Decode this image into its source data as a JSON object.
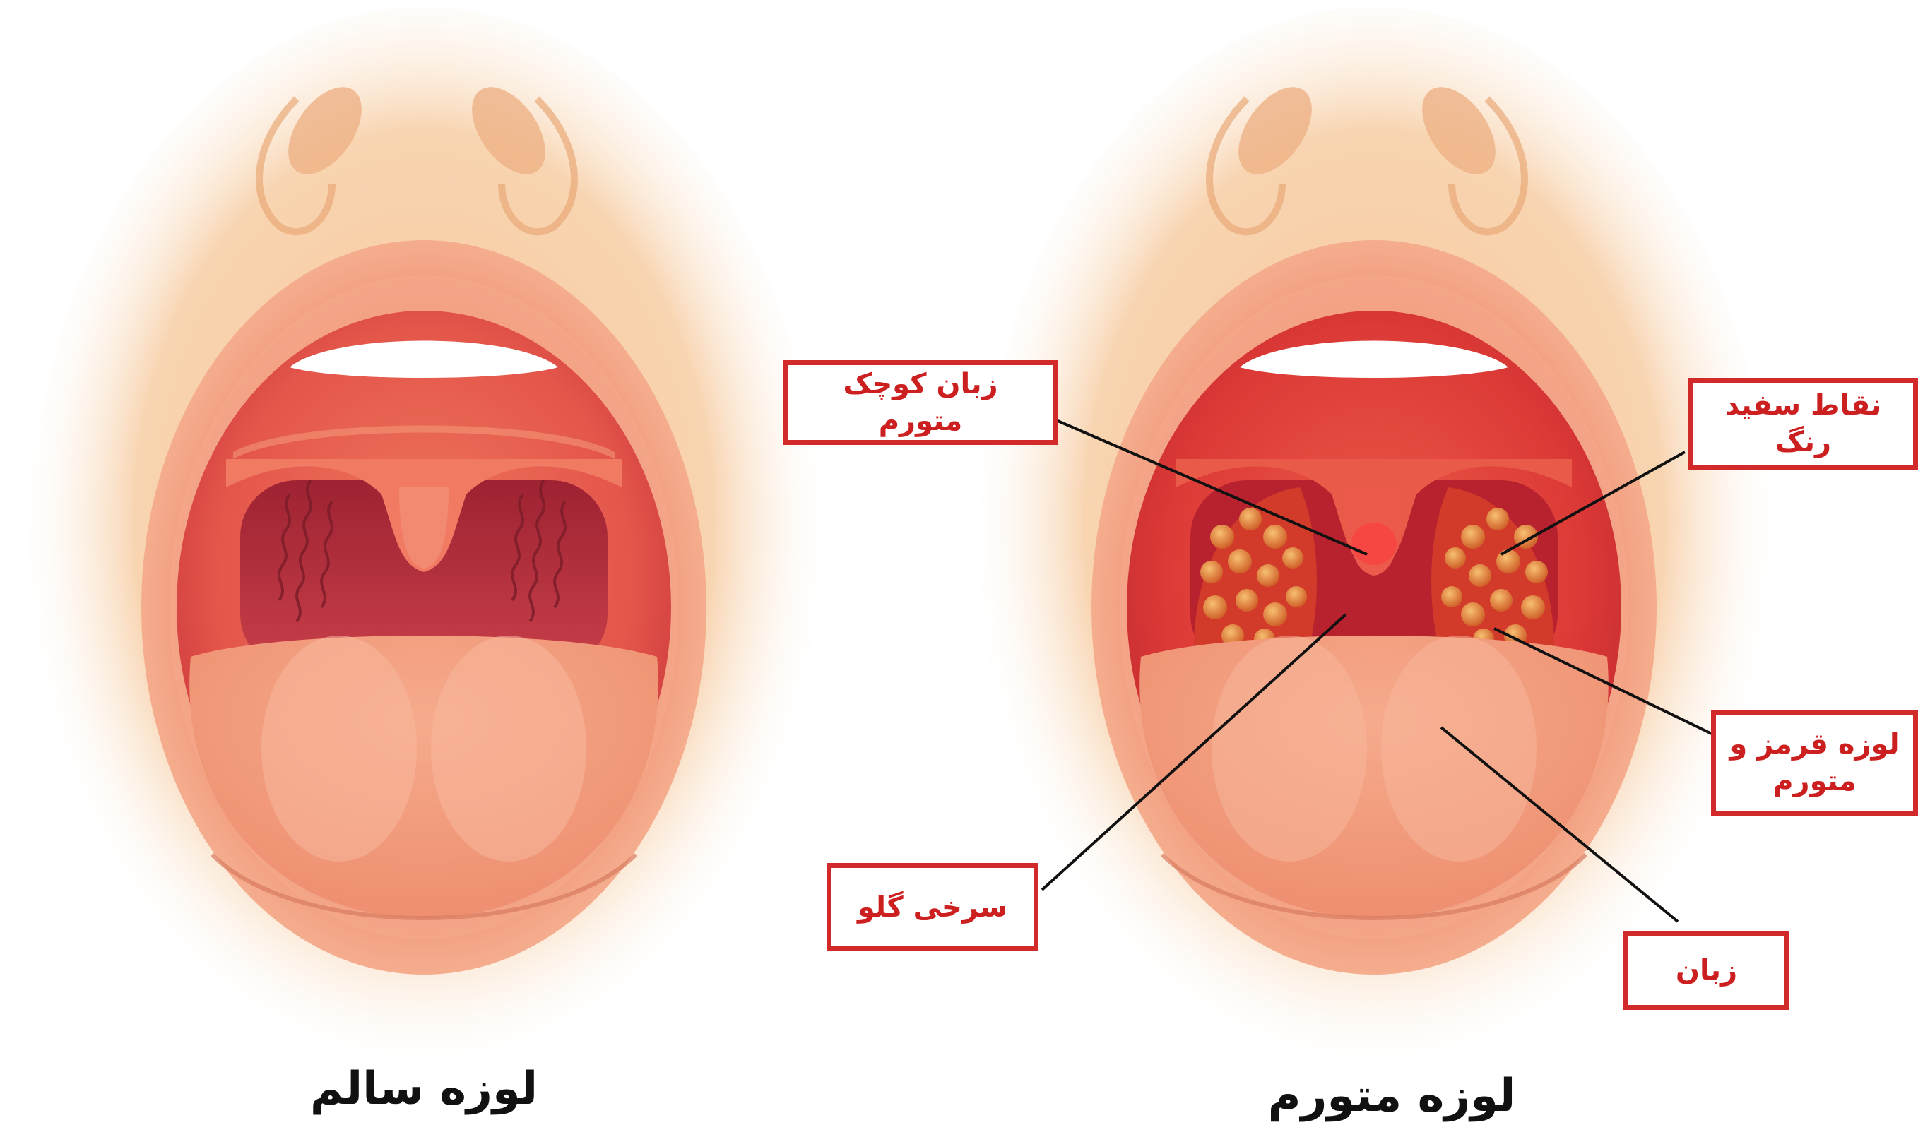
{
  "captions": {
    "healthy": "لوزه سالم",
    "inflamed": "لوزه متورم"
  },
  "labels": {
    "swollen_uvula": "زبان کوچک متورم",
    "white_spots": "نقاط سفید رنگ",
    "red_swollen_tonsil": "لوزه قرمز و متورم",
    "red_throat": "سرخی گلو",
    "tongue": "زبان"
  },
  "colors": {
    "callout_border": "#d22a2a",
    "callout_text": "#cc1f1f",
    "skin": "#f7c59a",
    "mouth_red": "#e0463a",
    "tongue": "#f4a07f",
    "tonsil_spots": "#f0a040"
  }
}
